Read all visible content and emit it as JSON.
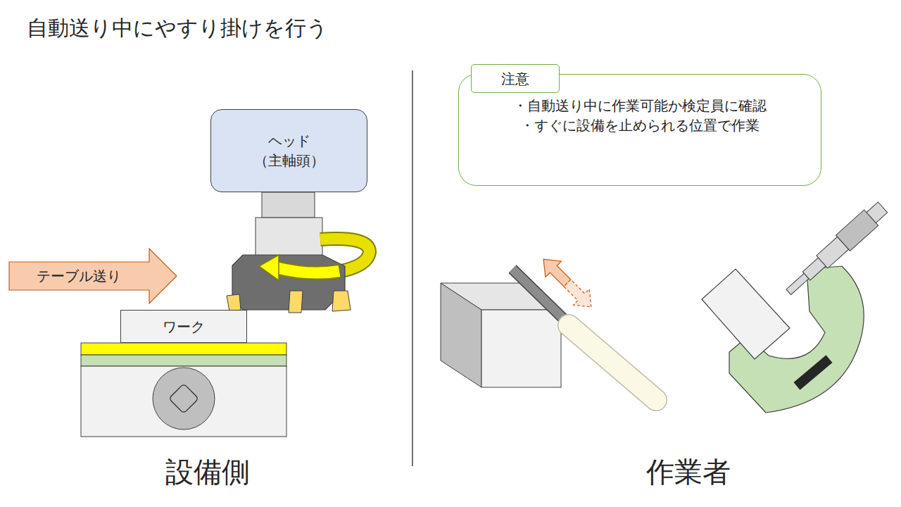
{
  "diagram": {
    "title": "自動送り中にやすり掛けを行う",
    "nodes": [
      {
        "text": [
          "ヘッド （主軸頭）"
        ]
      },
      {
        "text": [
          "テーブル送り"
        ]
      },
      {
        "text": [
          "ワーク"
        ]
      },
      {
        "text": [
          "注意",
          "・自動送り中に作業可能か検定員に確認",
          "・すぐに設備を止められる位置で作業"
        ]
      }
    ],
    "labels": [
      "設備側",
      "作業者"
    ]
  }
}
